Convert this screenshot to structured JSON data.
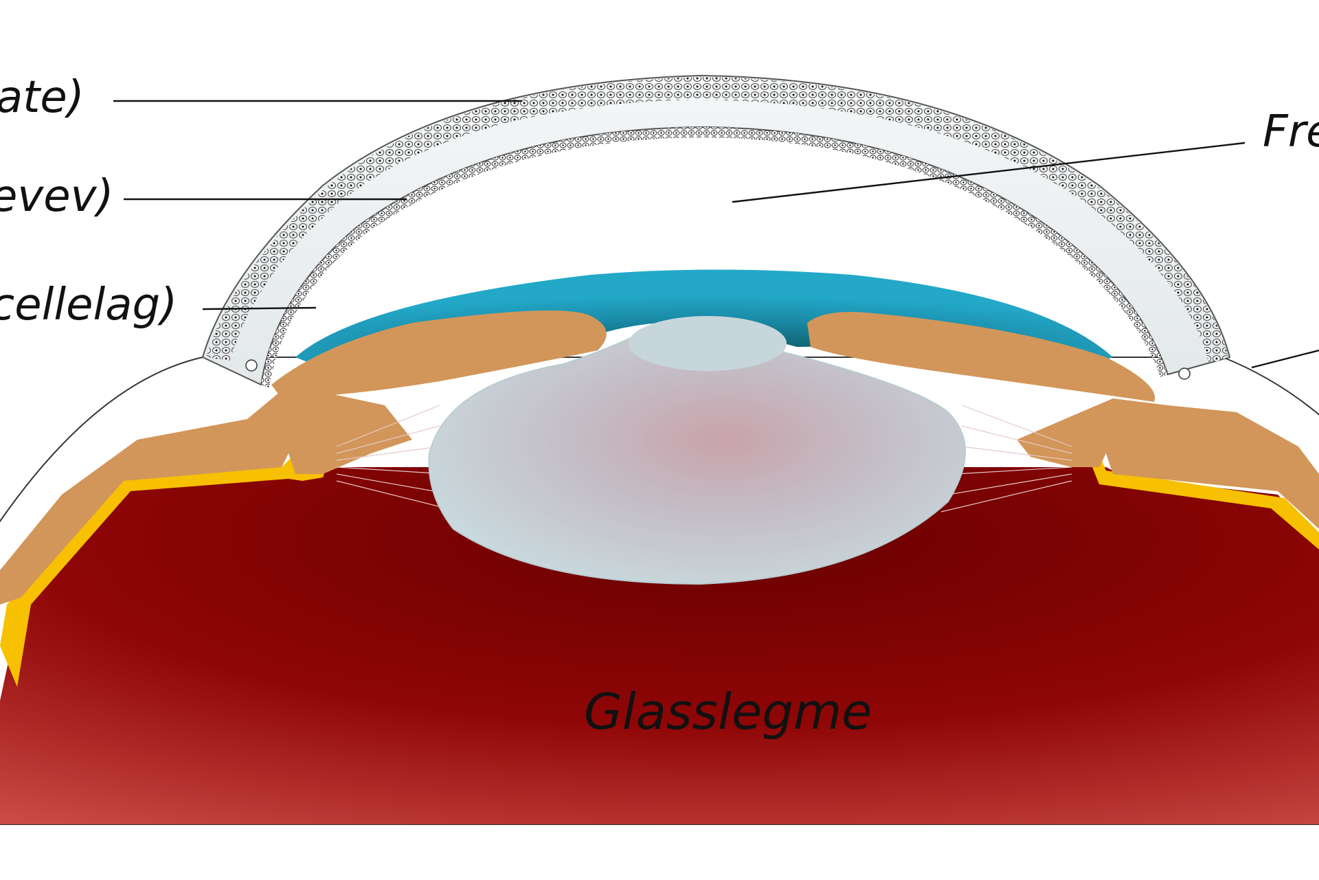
{
  "labels": {
    "top_left_1": "ate)",
    "top_left_2": "evev)",
    "top_left_3": "cellelag)",
    "top_right": "Fre",
    "bottom": "Glasslegme"
  },
  "colors": {
    "vitreous": "#8e0505",
    "ciliary": "#d2965a",
    "choroid": "#f7c000",
    "aqueous": "#1e9fba",
    "lens": "#c8d7dc",
    "cornea": "#e8edee",
    "leader_line": "#111111"
  }
}
